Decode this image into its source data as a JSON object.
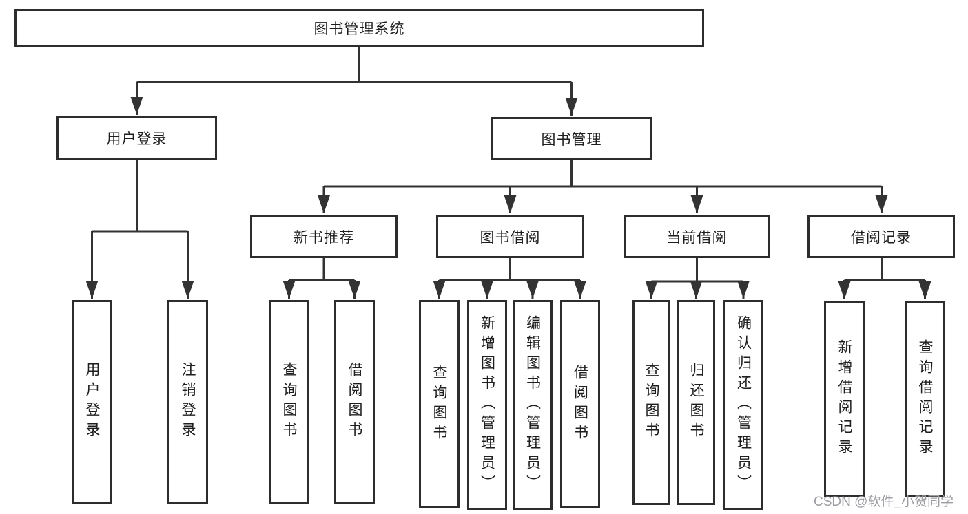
{
  "colors": {
    "line": "#333333",
    "box_border": "#2d2d2d",
    "text": "#1e1e1e",
    "watermark": "#9c9ca2",
    "background": "#ffffff"
  },
  "tree": {
    "label": "图书管理系统",
    "children": [
      {
        "label": "用户登录",
        "children": [
          {
            "label": "用户登录"
          },
          {
            "label": "注销登录"
          }
        ]
      },
      {
        "label": "图书管理",
        "children": [
          {
            "label": "新书推荐",
            "children": [
              {
                "label": "查询图书"
              },
              {
                "label": "借阅图书"
              }
            ]
          },
          {
            "label": "图书借阅",
            "children": [
              {
                "label": "查询图书"
              },
              {
                "label": "新增图书（管理员）"
              },
              {
                "label": "编辑图书（管理员）"
              },
              {
                "label": "借阅图书"
              }
            ]
          },
          {
            "label": "当前借阅",
            "children": [
              {
                "label": "查询图书"
              },
              {
                "label": "归还图书"
              },
              {
                "label": "确认归还（管理员）"
              }
            ]
          },
          {
            "label": "借阅记录",
            "children": [
              {
                "label": "新增借阅记录"
              },
              {
                "label": "查询借阅记录"
              }
            ]
          }
        ]
      }
    ]
  },
  "watermark": {
    "text": "CSDN @软件_小贺同学"
  }
}
